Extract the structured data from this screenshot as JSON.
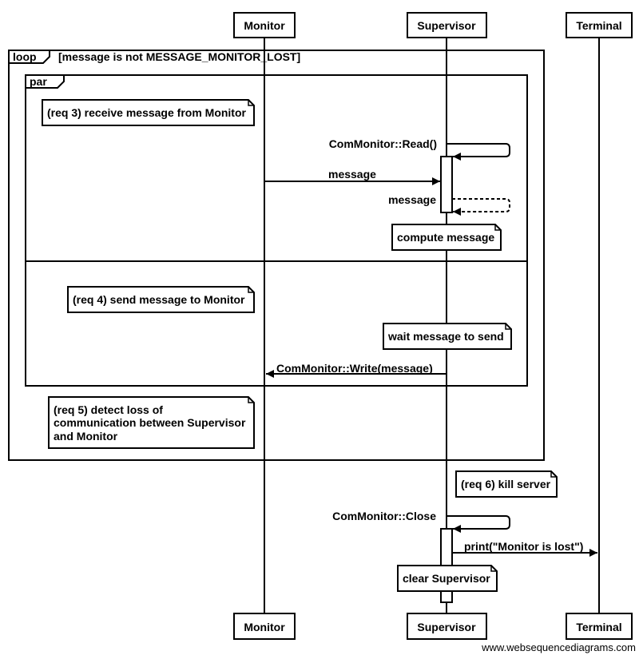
{
  "participants": {
    "monitor": "Monitor",
    "supervisor": "Supervisor",
    "terminal": "Terminal"
  },
  "loop": {
    "keyword": "loop",
    "condition": "[message is not MESSAGE_MONITOR_LOST]"
  },
  "par": {
    "keyword": "par"
  },
  "notes": {
    "req3": "(req 3) receive message from Monitor",
    "compute": "compute message",
    "req4": "(req 4) send message to Monitor",
    "wait": "wait message to send",
    "req5_line1": "(req 5) detect loss of",
    "req5_line2": "communication between Supervisor",
    "req5_line3": "and Monitor",
    "req6": "(req 6) kill server",
    "clear": "clear Supervisor"
  },
  "messages": {
    "read": "ComMonitor::Read()",
    "message_in": "message",
    "message_return": "message",
    "write": "ComMonitor::Write(message)",
    "close": "ComMonitor::Close",
    "print": "print(\"Monitor is lost\")"
  },
  "watermark": "www.websequencediagrams.com"
}
